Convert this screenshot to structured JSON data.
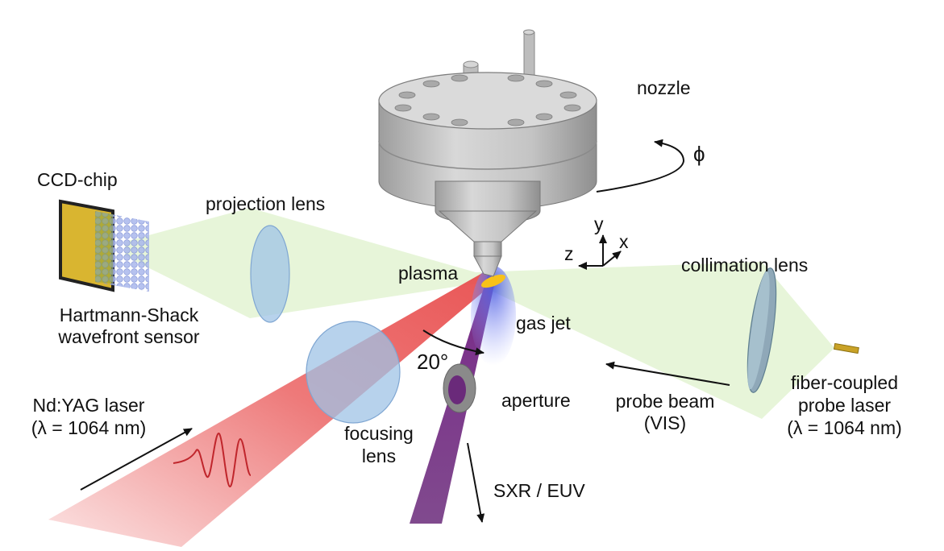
{
  "labels": {
    "nozzle": "nozzle",
    "phi": "ϕ",
    "ccd_chip": "CCD-chip",
    "projection_lens": "projection lens",
    "hartmann_line1": "Hartmann-Shack",
    "hartmann_line2": "wavefront sensor",
    "plasma": "plasma",
    "axis_y": "y",
    "axis_x": "x",
    "axis_z": "z",
    "collimation_lens": "collimation lens",
    "gas_jet": "gas jet",
    "angle": "20°",
    "laser_line1": "Nd:YAG laser",
    "laser_line2": "(λ = 1064 nm)",
    "aperture": "aperture",
    "probe_line1": "probe beam",
    "probe_line2": "(VIS)",
    "fiber_line1": "fiber-coupled",
    "fiber_line2": "probe laser",
    "fiber_line3": "(λ = 1064 nm)",
    "focusing_line1": "focusing",
    "focusing_line2": "lens",
    "sxr": "SXR / EUV"
  },
  "colors": {
    "ccd_chip": "#d9b530",
    "nozzle_body": "#c9c9c9",
    "probe_beam": "#e3f3d3",
    "lens": "#9fc3e6",
    "laser_beam": "#e84d4d",
    "sxr_beam": "#6a2a7a",
    "gas_jet": "#6f7be0",
    "plasma": "#f7c21a",
    "fiber": "#c9a227"
  }
}
